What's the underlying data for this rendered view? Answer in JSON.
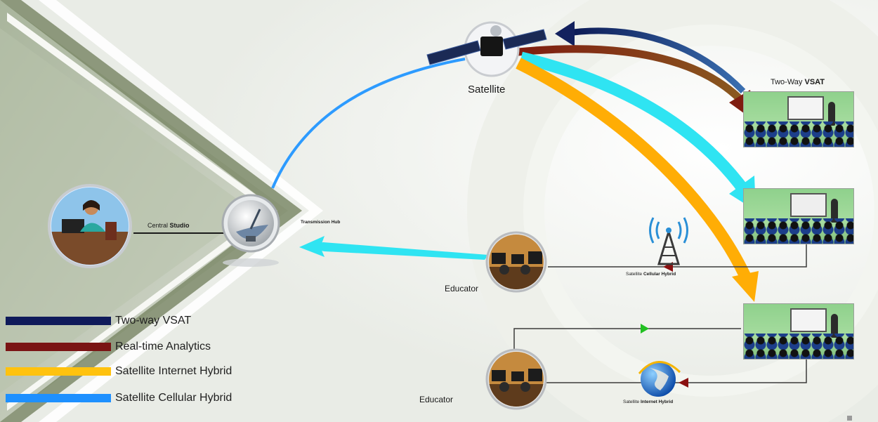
{
  "nodes": {
    "satellite": "Satellite",
    "central_studio_prefix": "Central ",
    "central_studio_bold": "Studio",
    "transmission_hub": "Transmission Hub",
    "two_way_vsat_prefix": "Two-Way ",
    "two_way_vsat_bold": "VSAT",
    "educator_1": "Educator",
    "educator_2": "Educator",
    "cell_hybrid_prefix": "Satellite ",
    "cell_hybrid_bold": "Cellular Hybrid",
    "internet_hybrid_prefix": "Satellite ",
    "internet_hybrid_bold": "Internet Hybrid"
  },
  "legend": [
    {
      "label": "Two-way VSAT",
      "color": "#0f1a5a"
    },
    {
      "label": "Real-time Analytics",
      "color": "#7a1414"
    },
    {
      "label": "Satellite Internet Hybrid",
      "color": "#ffc20e"
    },
    {
      "label": "Satellite Cellular Hybrid",
      "color": "#1e90ff"
    }
  ],
  "colors": {
    "navy_arrow": "#13215e",
    "maroon_arrow": "#7f1d10",
    "cyan_arrow": "#2fe4f2",
    "orange_arrow": "#ffad05",
    "olive_band": "#7d8a68",
    "sage_band": "#9aa88a",
    "green_marker": "#22c022",
    "red_marker": "#8a1010"
  },
  "icons": {
    "studio": "presenter-at-desk-icon",
    "hub": "satellite-dish-icon",
    "satellite": "satellite-icon",
    "tower": "cell-tower-icon",
    "globe": "globe-icon",
    "educator": "educator-at-computer-icon",
    "classroom": "classroom-icon"
  }
}
